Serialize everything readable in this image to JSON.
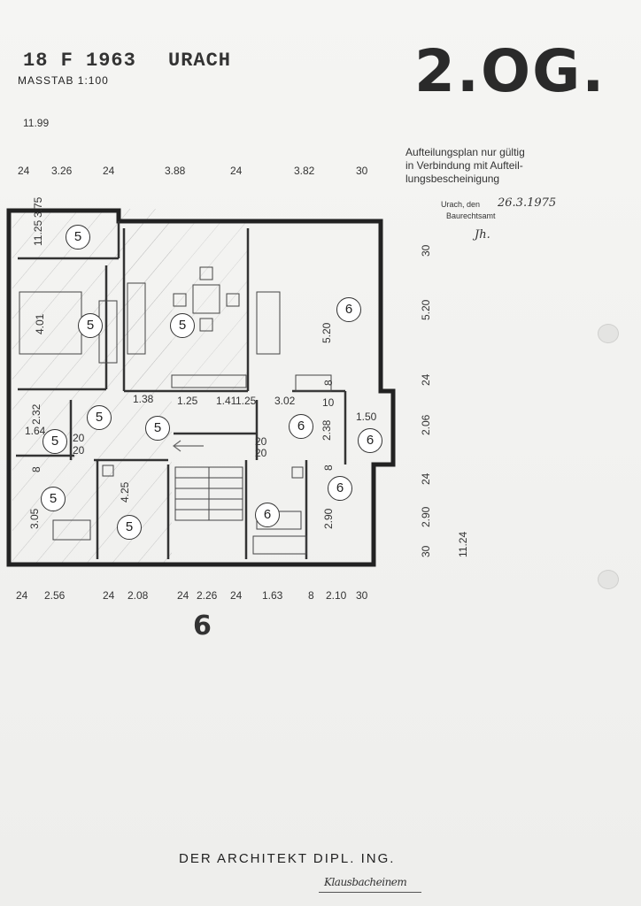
{
  "header": {
    "ref": "18 F 1963",
    "place": "URACH",
    "scale": "MASSTAB 1:100"
  },
  "floor_stamp": "2.OG.",
  "approval_note": {
    "lines": [
      "Aufteilungsplan nur gültig",
      "in Verbindung mit Aufteil-",
      "lungsbescheinigung"
    ],
    "place_date_label": "Urach, den",
    "date": "26.3.1975",
    "authority": "Baurechtsamt",
    "initial": "Jh."
  },
  "dimensions": {
    "overall_width": "11.99",
    "top_chain": [
      "24",
      "3.26",
      "24",
      "3.88",
      "24",
      "3.82",
      "30"
    ],
    "bottom_chain": [
      "24",
      "2.56",
      "24",
      "2.08",
      "24",
      "2.26",
      "24",
      "1.63",
      "8",
      "2.10",
      "30"
    ],
    "right_chain": [
      "30",
      "5.20",
      "24",
      "2.06",
      "24",
      "2.90",
      "30"
    ],
    "overall_depth": "11.24"
  },
  "rooms": {
    "labels": [
      "11.25",
      "3.75",
      "4.01",
      "5.20",
      "2.32",
      "1.64",
      "1.38",
      "1.25",
      "1.41",
      "1.25",
      "3.02",
      "8",
      "10",
      "1.50",
      "2.38",
      "20",
      "20",
      "20",
      "20",
      "3.05",
      "4.25",
      "2.90",
      "8",
      "8"
    ],
    "unit_numbers": [
      "5",
      "5",
      "5",
      "5",
      "5",
      "5",
      "5",
      "5",
      "6",
      "6",
      "6",
      "6",
      "6"
    ]
  },
  "unit_mark": "6",
  "footer": {
    "architect": "DER ARCHITEKT DIPL. ING.",
    "signature": "Klausbacheinem"
  }
}
